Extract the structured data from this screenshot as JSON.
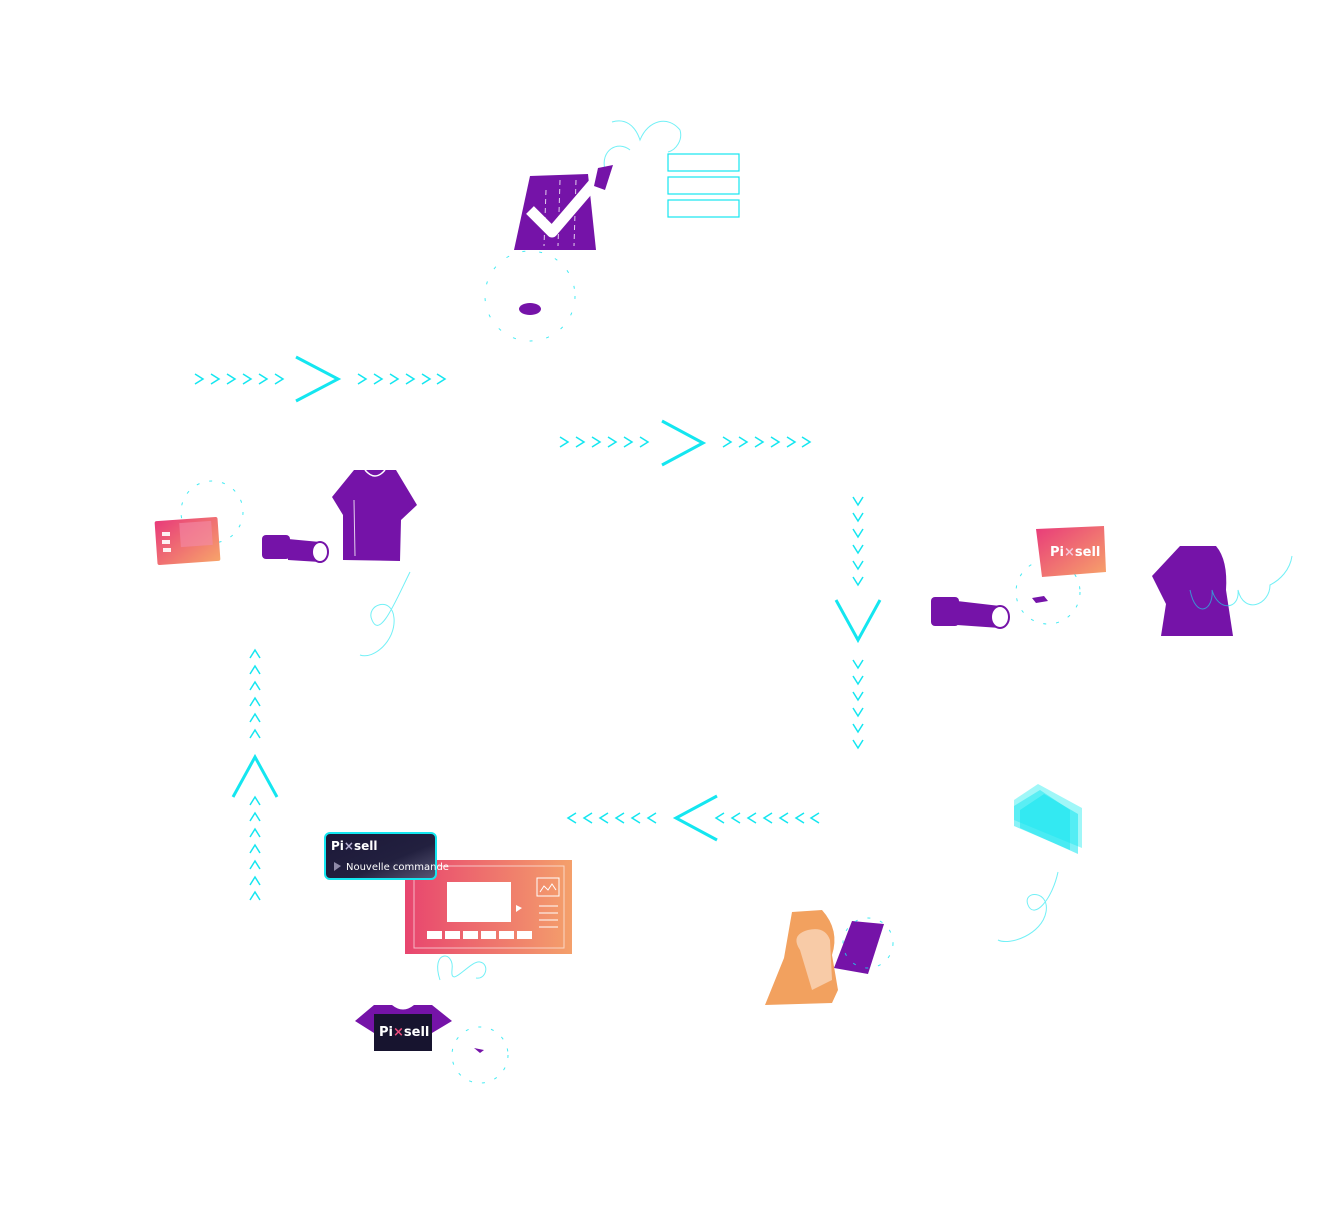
{
  "brand": {
    "name": "Pixsell",
    "logo_prefix": "Pi",
    "logo_suffix": "sell"
  },
  "order_card": {
    "subtitle": "Nouvelle commande"
  },
  "colors": {
    "purple": "#7513a8",
    "cyan": "#14e6f0",
    "orange": "#f2a15f",
    "pink": "#ea4b7c",
    "dark": "#17142f"
  },
  "icons": {
    "flow_arrows": "chevron-arrow-icon",
    "clipboard": "clipboard-check-icon",
    "tshirt": "tshirt-icon",
    "scanner": "barcode-scanner-icon",
    "tablet": "tablet-icon",
    "stack": "layer-stack-icon",
    "head": "profile-head-icon"
  }
}
